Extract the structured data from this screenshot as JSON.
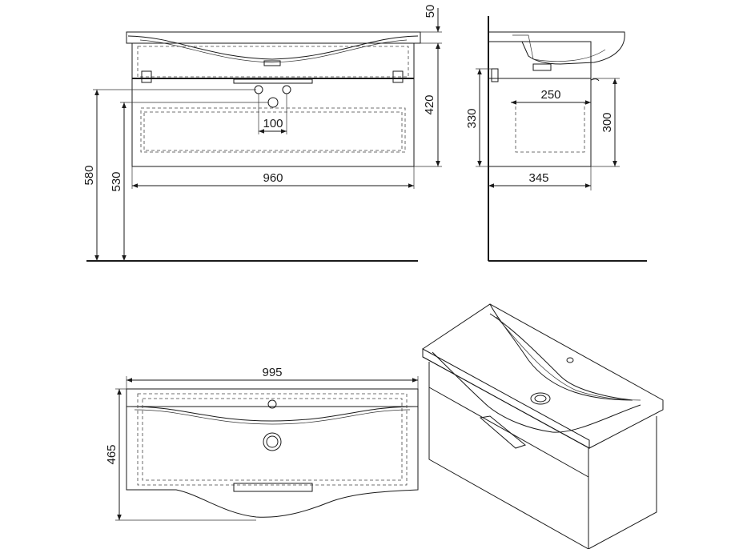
{
  "front_view": {
    "width_label": "960",
    "tap_spacing_label": "100",
    "top_thickness_label": "50",
    "cabinet_height_label": "420",
    "total_height_label": "580",
    "lower_height_label": "530"
  },
  "side_view": {
    "depth_label": "345",
    "inner_depth_label": "250",
    "height_330_label": "330",
    "height_300_label": "300"
  },
  "top_view": {
    "width_label": "995",
    "depth_label": "465"
  },
  "colors": {
    "line": "#1a1a1a",
    "background": "#ffffff"
  }
}
